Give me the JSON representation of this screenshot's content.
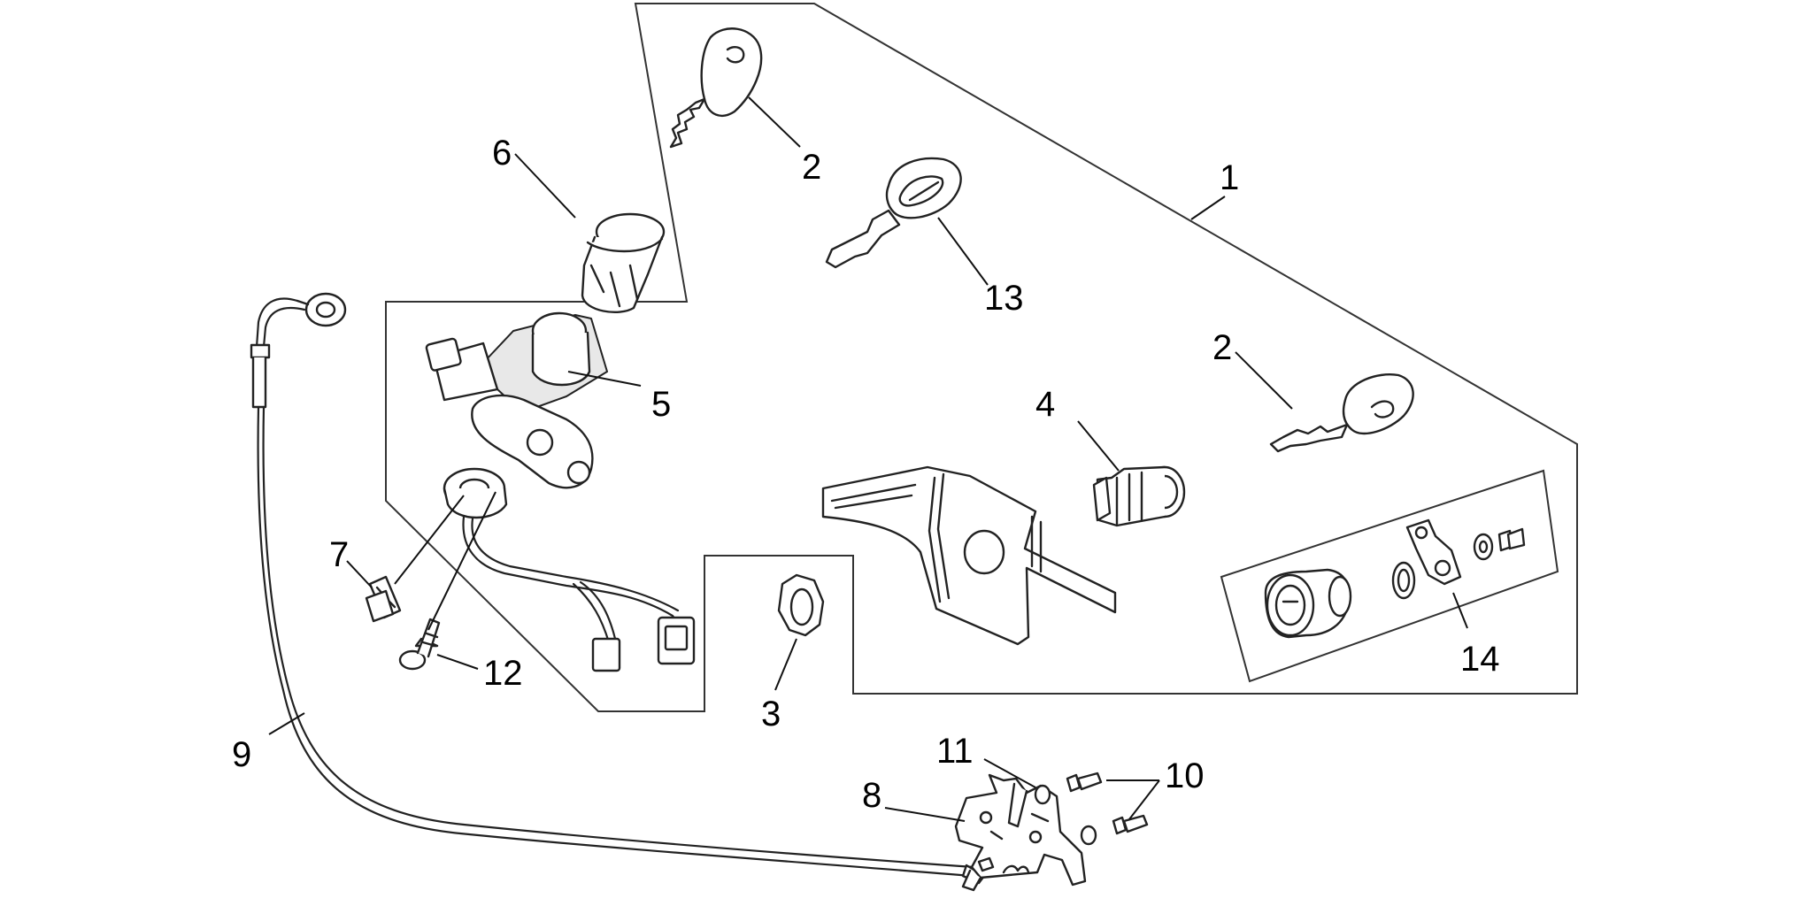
{
  "labels": {
    "l1": "1",
    "l2a": "2",
    "l2b": "2",
    "l3": "3",
    "l4": "4",
    "l5": "5",
    "l6": "6",
    "l7": "7",
    "l8": "8",
    "l9": "9",
    "l10": "10",
    "l11": "11",
    "l12": "12",
    "l13": "13",
    "l14": "14"
  },
  "colors": {
    "line": "#111111",
    "background": "#ffffff"
  }
}
